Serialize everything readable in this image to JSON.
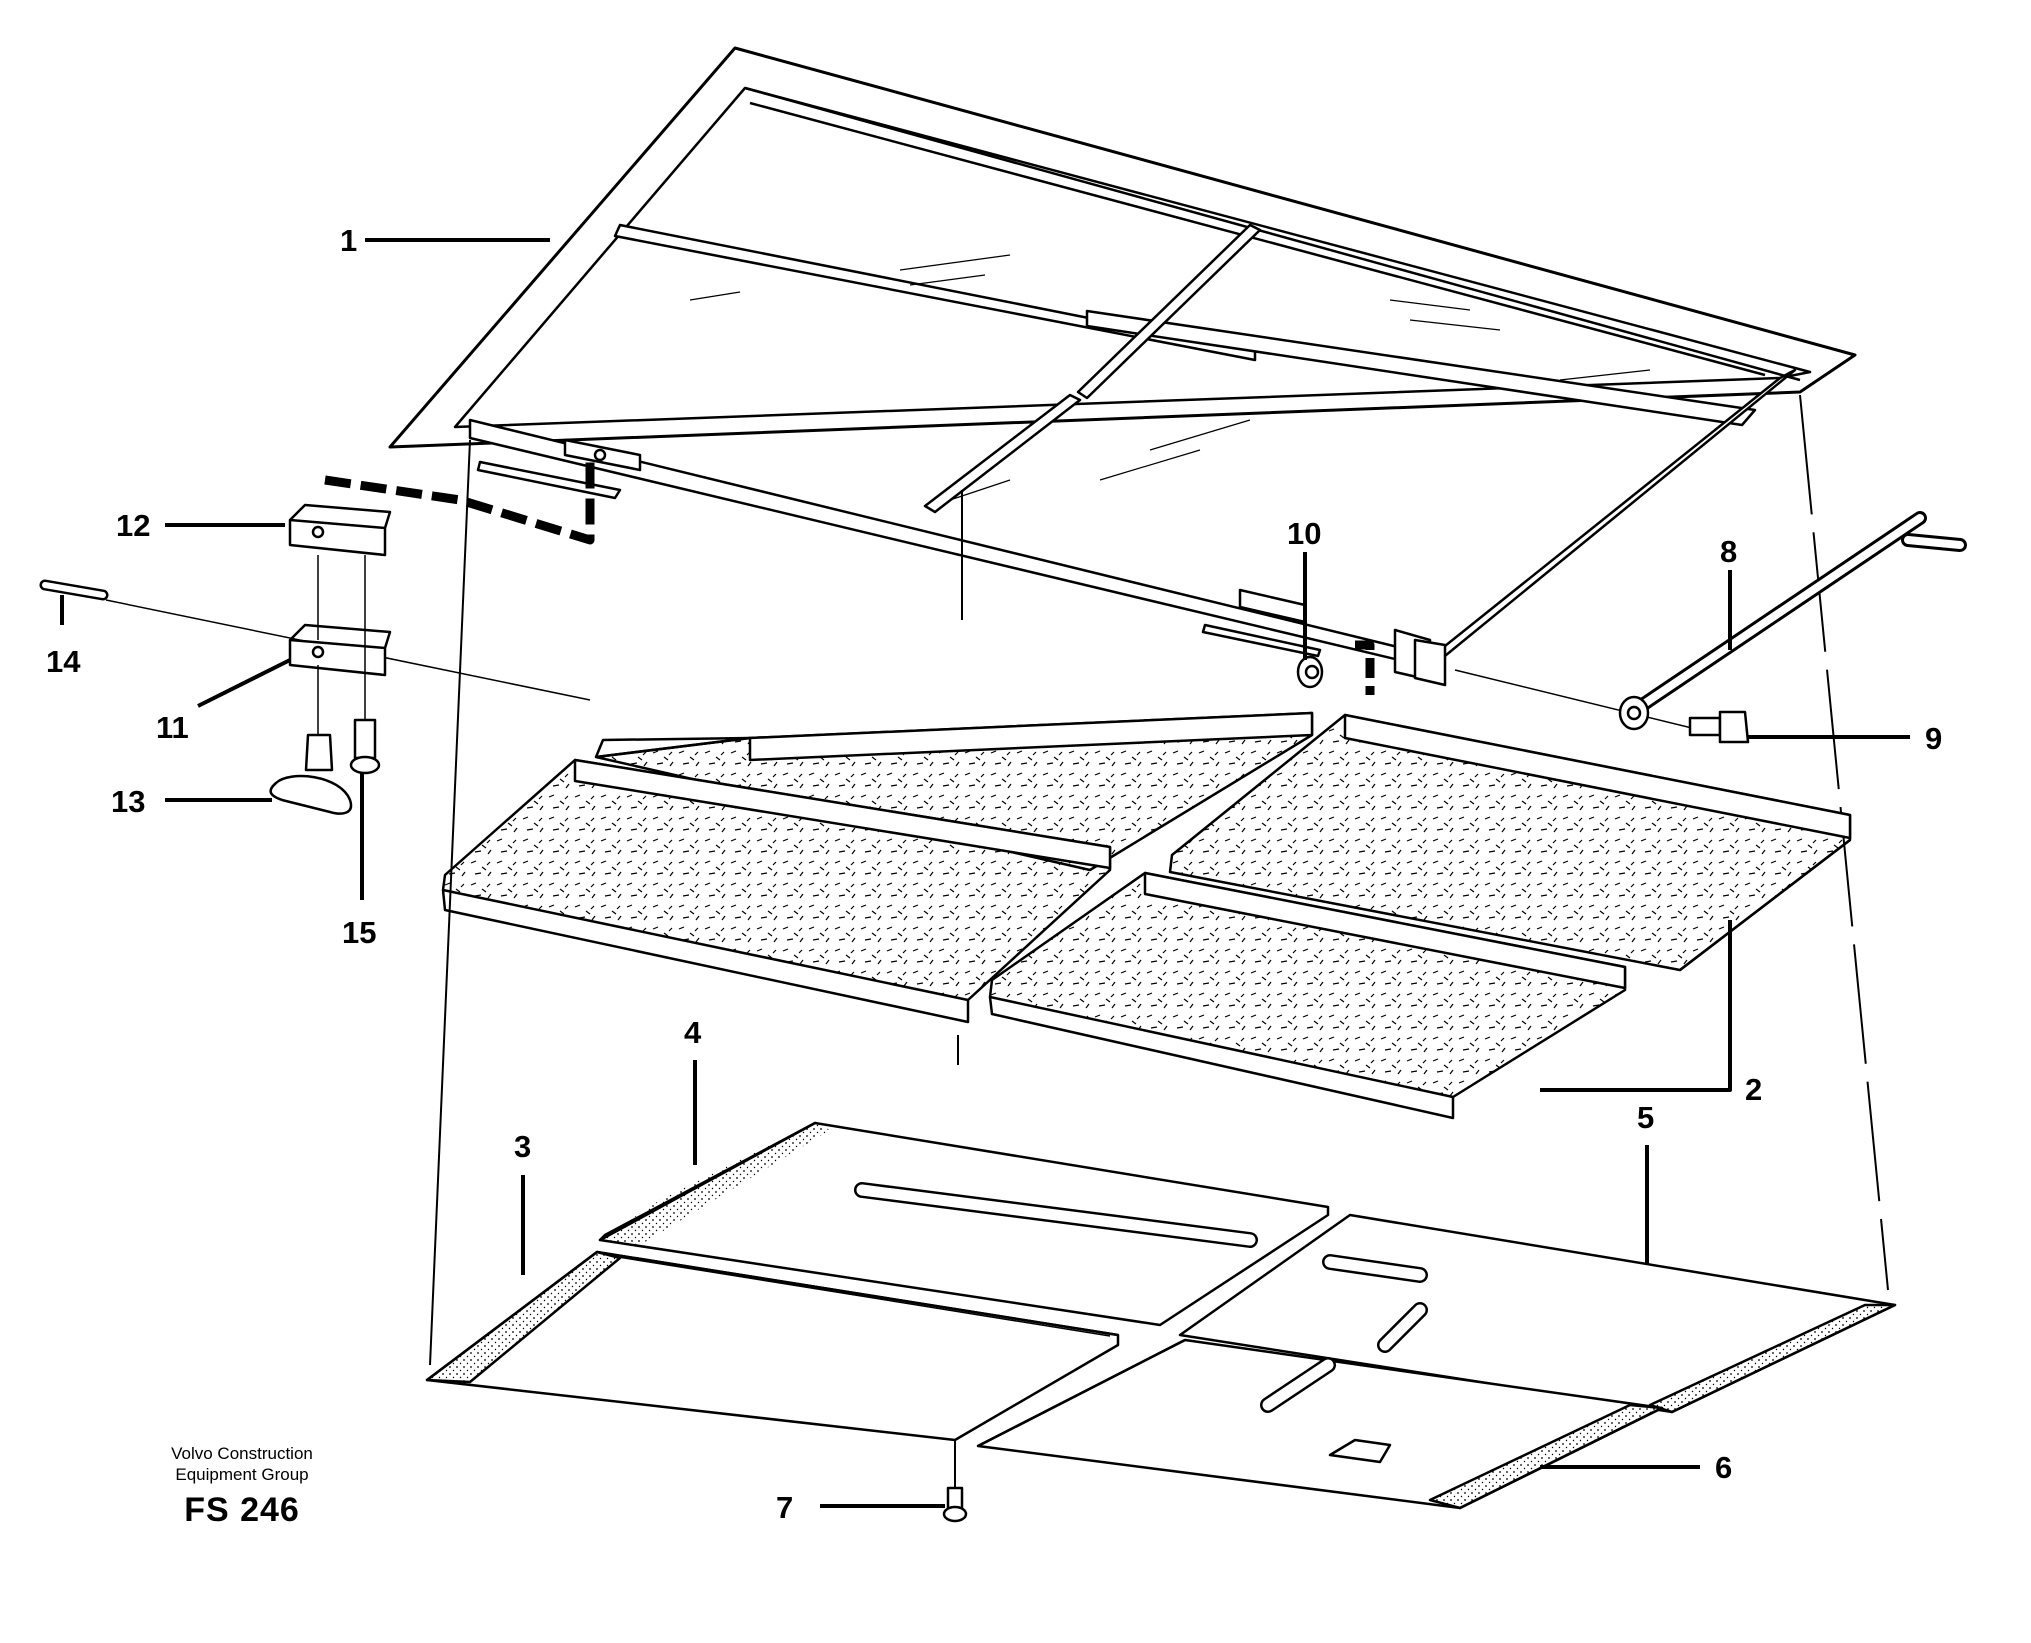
{
  "diagram": {
    "callouts": [
      {
        "id": "1",
        "label": "1"
      },
      {
        "id": "2",
        "label": "2"
      },
      {
        "id": "3",
        "label": "3"
      },
      {
        "id": "4",
        "label": "4"
      },
      {
        "id": "5",
        "label": "5"
      },
      {
        "id": "6",
        "label": "6"
      },
      {
        "id": "7",
        "label": "7"
      },
      {
        "id": "8",
        "label": "8"
      },
      {
        "id": "9",
        "label": "9"
      },
      {
        "id": "10",
        "label": "10"
      },
      {
        "id": "11",
        "label": "11"
      },
      {
        "id": "12",
        "label": "12"
      },
      {
        "id": "13",
        "label": "13"
      },
      {
        "id": "14",
        "label": "14"
      },
      {
        "id": "15",
        "label": "15"
      }
    ]
  },
  "footer": {
    "org_line1": "Volvo Construction",
    "org_line2": "Equipment Group",
    "code": "FS 246"
  },
  "colors": {
    "ink": "#000000",
    "paper": "#ffffff"
  }
}
